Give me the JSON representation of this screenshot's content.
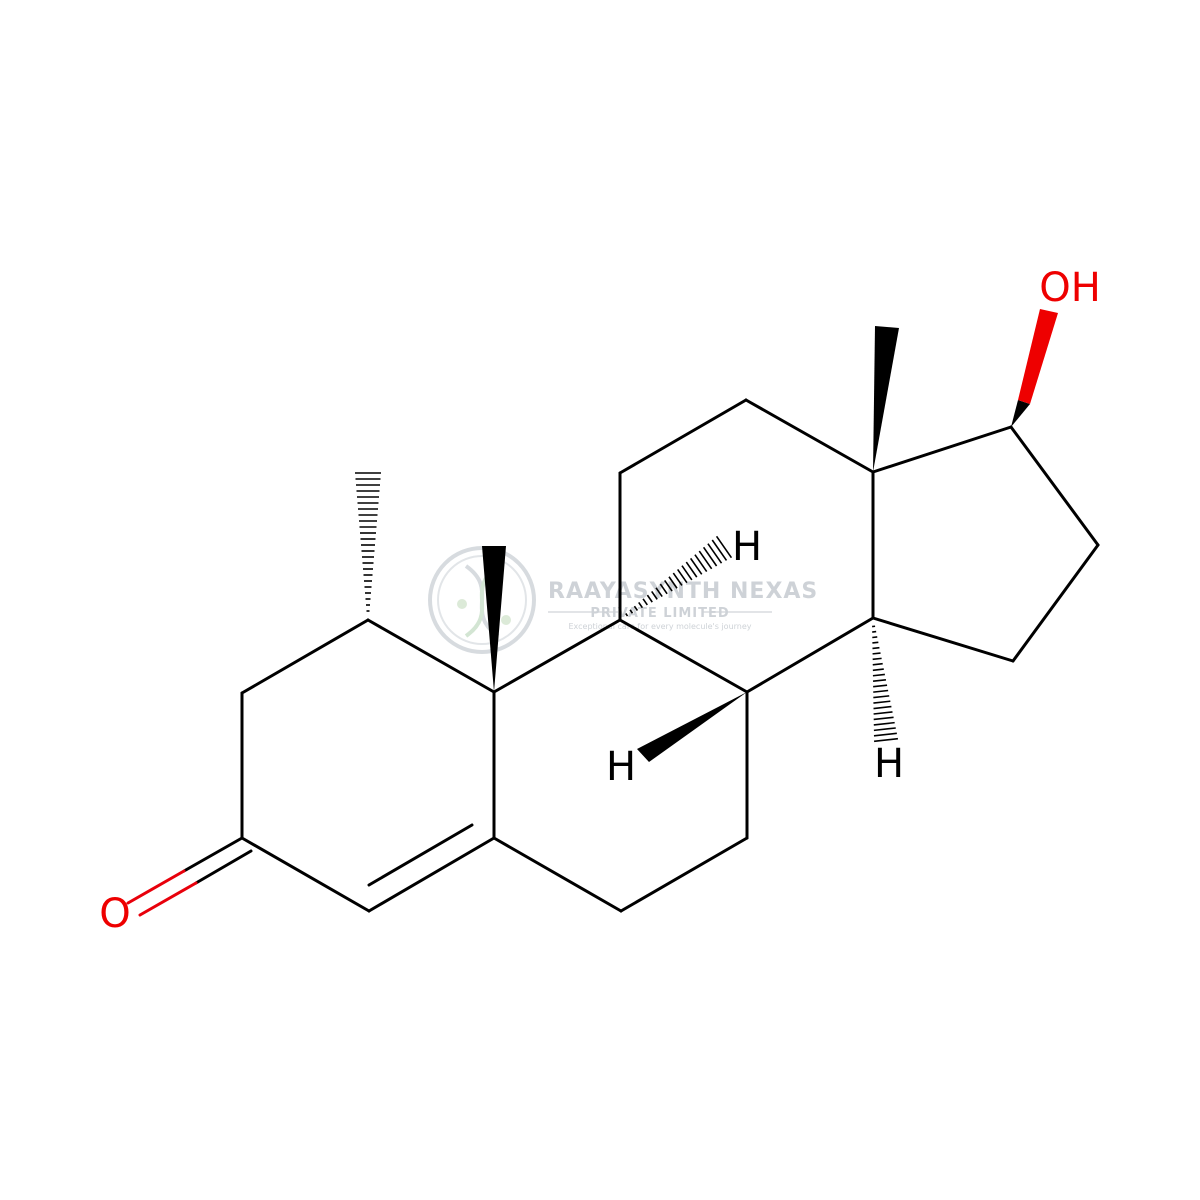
{
  "molecule": {
    "atom_labels": {
      "carbonyl_oxygen": "O",
      "hydroxyl": "OH",
      "h_c9": "H",
      "h_c8": "H",
      "h_c14": "H"
    },
    "colors": {
      "bond": "#000000",
      "oxygen": "#ee0000",
      "watermark": "#c9ced3"
    }
  },
  "watermark": {
    "company_name": "RAAYASYNTH NEXAS",
    "company_type": "PRIVATE LIMITED",
    "tagline": "Exceptional care for every molecule's journey"
  }
}
